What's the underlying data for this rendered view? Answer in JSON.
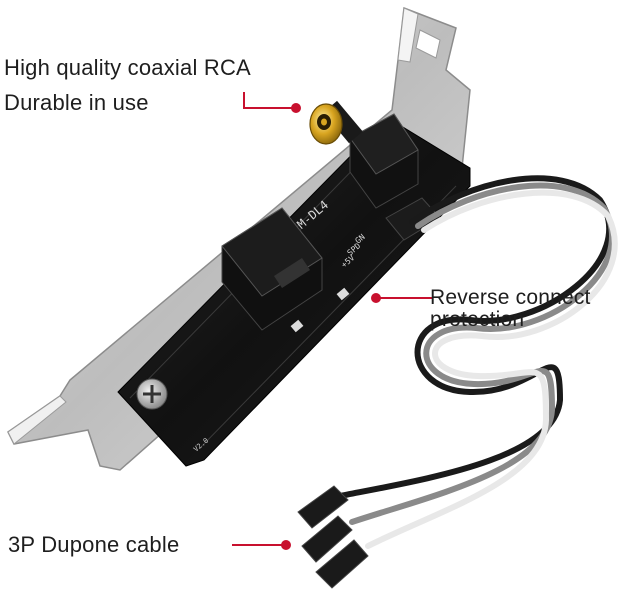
{
  "labels": {
    "coaxial_line1": "High quality coaxial RCA",
    "coaxial_line2": "Durable in use",
    "reverse_line1": "Reverse connect",
    "reverse_line2": "protection",
    "cable": "3P Dupone cable"
  },
  "board_markings": {
    "model": "IM-DL4",
    "pins": [
      "GN",
      "SPD",
      "+5V"
    ],
    "version": "V2.0"
  },
  "colors": {
    "callout_red": "#c8102e",
    "pcb_black": "#161616",
    "bracket_silver": "#c9c9c9",
    "rca_gold": "#d4a017",
    "wire_black": "#1a1a1a",
    "wire_grey": "#8a8a8a",
    "wire_white": "#e8e8e8"
  }
}
